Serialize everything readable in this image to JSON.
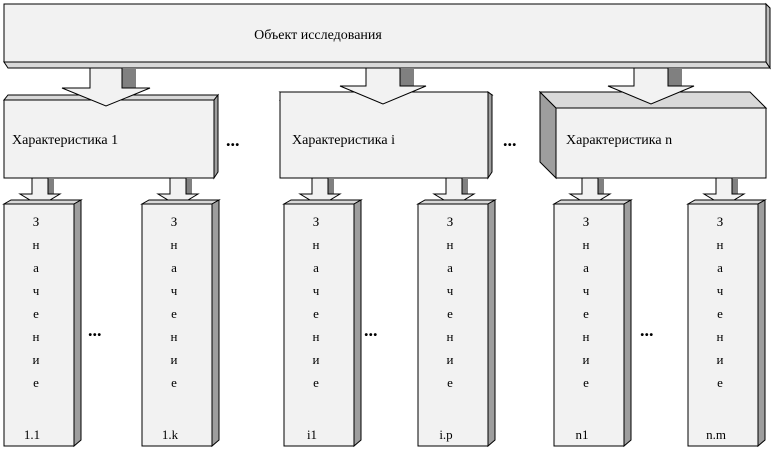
{
  "object_label": "Объект исследования",
  "characteristics": [
    {
      "label": "Характеристика 1",
      "values": [
        "1.1",
        "1.k"
      ]
    },
    {
      "label": "Характеристика i",
      "values": [
        "i1",
        "i.p"
      ]
    },
    {
      "label": "Характеристика n",
      "values": [
        "n1",
        "n.m"
      ]
    }
  ],
  "value_word": "Значение",
  "ellipsis": "..."
}
